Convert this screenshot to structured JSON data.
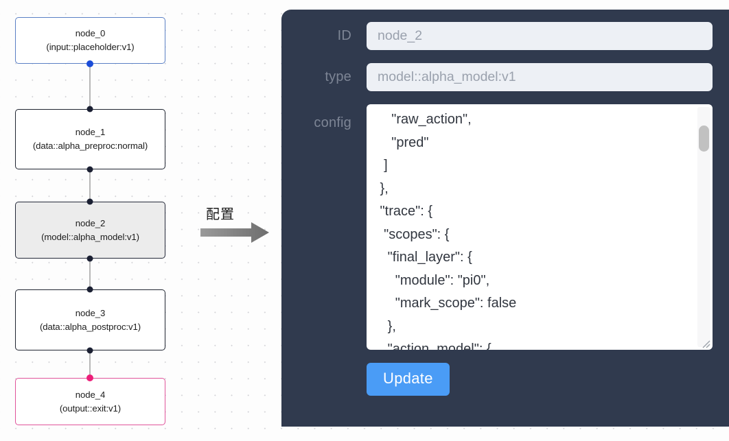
{
  "graph": {
    "nodes": [
      {
        "id": "node_0",
        "type_line": "(input::placeholder:v1)",
        "kind": "input"
      },
      {
        "id": "node_1",
        "type_line": "(data::alpha_preproc:normal)",
        "kind": "default"
      },
      {
        "id": "node_2",
        "type_line": "(model::alpha_model:v1)",
        "kind": "selected"
      },
      {
        "id": "node_3",
        "type_line": "(data::alpha_postproc:v1)",
        "kind": "default"
      },
      {
        "id": "node_4",
        "type_line": "(output::exit:v1)",
        "kind": "output"
      }
    ],
    "colors": {
      "input_border": "#5a7fc4",
      "output_border": "#e0539a",
      "default_border": "#1f2430",
      "selected_fill": "#ececec",
      "source_port": "#1a4cd8",
      "target_port": "#ec1e79",
      "edge": "#b7b7b7"
    }
  },
  "annotation": {
    "label": "配置",
    "arrow_icon": "arrow-right-icon"
  },
  "inspector": {
    "panel_bg": "#303a4e",
    "fields": [
      {
        "label": "ID",
        "value": "node_2"
      },
      {
        "label": "type",
        "value": "model::alpha_model:v1"
      }
    ],
    "config": {
      "label": "config",
      "value": "    \"raw_action\",\n    \"pred\"\n  ]\n },\n \"trace\": {\n  \"scopes\": {\n   \"final_layer\": {\n     \"module\": \"pi0\",\n     \"mark_scope\": false\n   },\n   \"action_model\": {",
      "scrollbar": "vertical-scrollbar",
      "resize_handle": "resize-grip-icon"
    },
    "update_label": "Update",
    "update_color": "#4a9cf6"
  }
}
